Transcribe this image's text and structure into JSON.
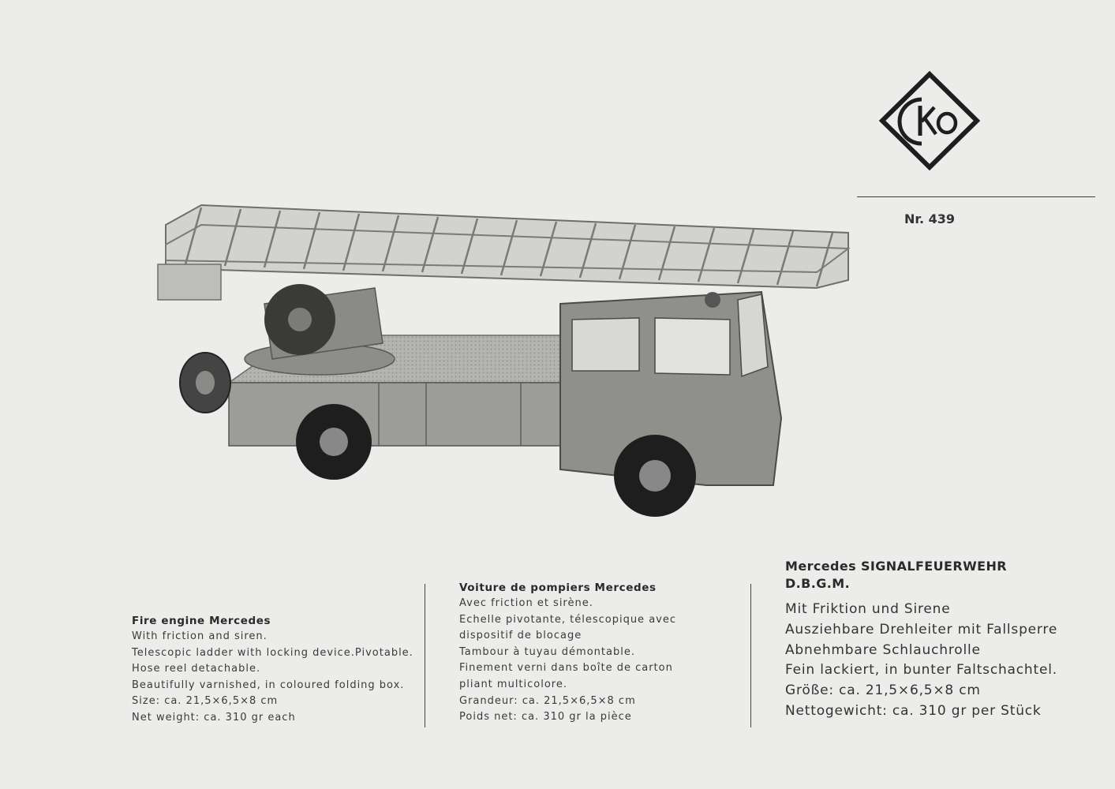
{
  "brand": {
    "logo_text": "CKO",
    "catalog_number": "Nr. 439"
  },
  "product_image": {
    "icon": "fire-engine-ladder-truck-photo"
  },
  "descriptions": {
    "english": {
      "title": "Fire engine Mercedes",
      "lines": [
        "With friction and siren.",
        "Telescopic ladder with locking device.Pivotable.",
        "Hose reel detachable.",
        "Beautifully varnished, in coloured folding box.",
        "Size: ca. 21,5×6,5×8 cm",
        "Net weight: ca. 310 gr each"
      ]
    },
    "french": {
      "title": "Voiture de pompiers Mercedes",
      "lines": [
        "Avec friction et sirène.",
        "Echelle pivotante, télescopique avec",
        "dispositif de blocage",
        "Tambour à tuyau démontable.",
        "Finement verni dans boîte de carton",
        "pliant multicolore.",
        "Grandeur: ca. 21,5×6,5×8 cm",
        "Poids net: ca. 310 gr la pièce"
      ]
    },
    "german": {
      "title_line1": "Mercedes SIGNALFEUERWEHR",
      "title_line2": "D.B.G.M.",
      "lines": [
        "Mit Friktion und Sirene",
        "Ausziehbare Drehleiter mit Fallsperre",
        "Abnehmbare Schlauchrolle",
        "Fein lackiert, in bunter Faltschachtel.",
        "Größe: ca. 21,5×6,5×8 cm",
        "Nettogewicht: ca. 310 gr per Stück"
      ]
    }
  }
}
